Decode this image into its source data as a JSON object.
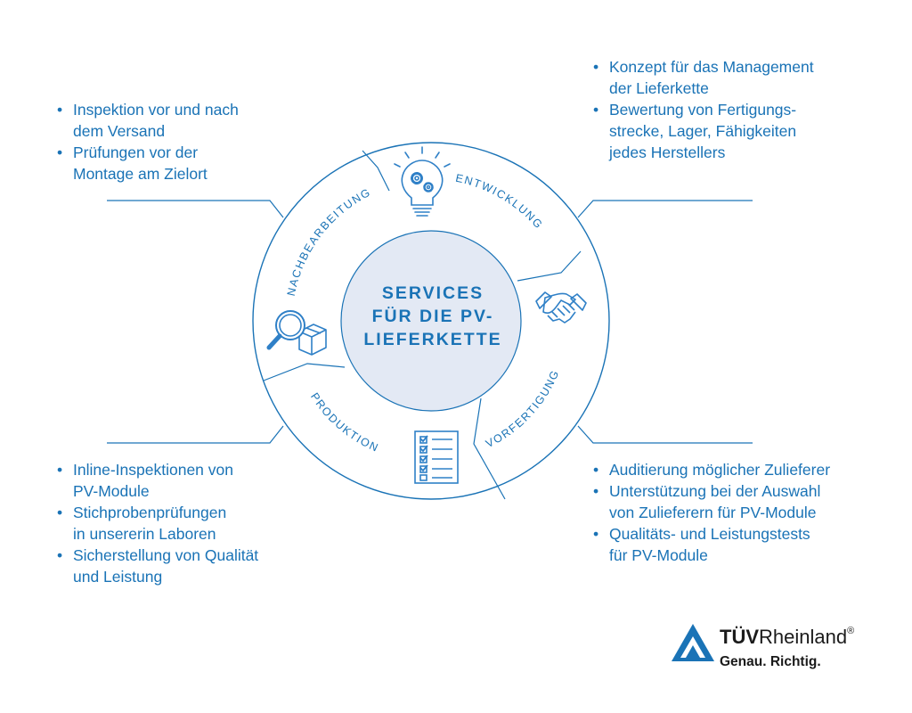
{
  "center": {
    "lines": [
      "SERVICES",
      "FÜR DIE PV-",
      "LIEFERKETTE"
    ]
  },
  "segments": {
    "entwicklung": "ENTWICKLUNG",
    "vorfertigung": "VORFERTIGUNG",
    "produktion": "PRODUKTION",
    "nachbearbeitung": "NACHBEARBEITUNG"
  },
  "top_left": {
    "items": [
      "Inspektion vor und nach",
      "dem Versand",
      "Prüfungen vor der",
      "Montage am Zielort"
    ],
    "bullets": [
      true,
      false,
      true,
      false
    ]
  },
  "top_right": {
    "items": [
      "Konzept für das Management",
      "der Lieferkette",
      "Bewertung von Fertigungs-",
      "strecke, Lager, Fähigkeiten",
      "jedes Herstellers"
    ],
    "bullets": [
      true,
      false,
      true,
      false,
      false
    ]
  },
  "bottom_left": {
    "items": [
      "Inline-Inspektionen von",
      "PV-Module",
      "Stichprobenprüfungen",
      "in unsererin Laboren",
      "Sicherstellung von Qualität",
      "und Leistung"
    ],
    "bullets": [
      true,
      false,
      true,
      false,
      true,
      false
    ]
  },
  "bottom_right": {
    "items": [
      "Auditierung möglicher Zulieferer",
      "Unterstützung bei der Auswahl",
      "von Zulieferern für PV-Module",
      "Qualitäts- und Leistungstests",
      "für PV-Module"
    ],
    "bullets": [
      true,
      true,
      false,
      true,
      false
    ]
  },
  "logo": {
    "brand_bold": "TÜV",
    "brand_regular": "Rheinland",
    "registered": "®",
    "tagline": "Genau. Richtig."
  },
  "colors": {
    "primary": "#1a73b6",
    "center_fill": "#e3e9f4",
    "icon_blue": "#2f80c7",
    "logo_dark": "#1b1b1b"
  },
  "icons": {
    "entwicklung": "lightbulb-gears-icon",
    "vorfertigung": "handshake-icon",
    "produktion": "checklist-icon",
    "nachbearbeitung": "magnifier-box-icon"
  }
}
